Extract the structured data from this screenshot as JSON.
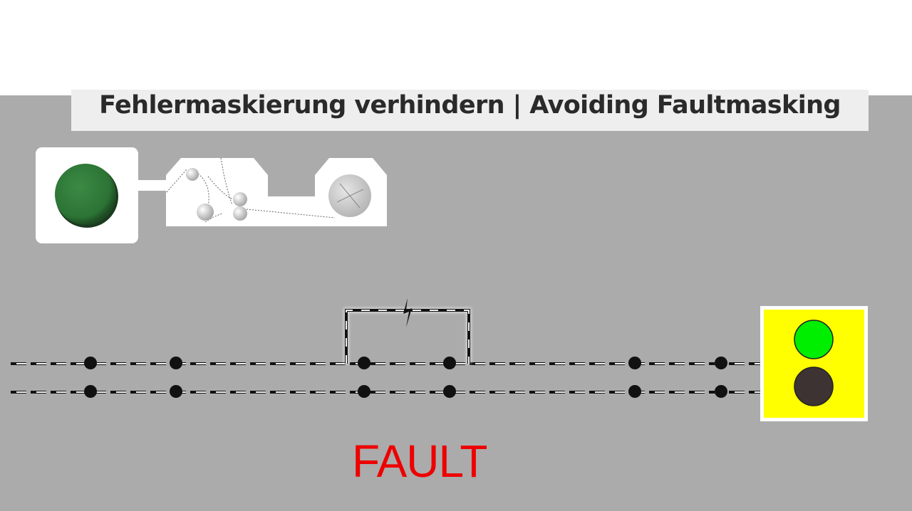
{
  "title": "Fehlermaskierung verhindern | Avoiding Faultmasking",
  "status_label": "FAULT",
  "colors": {
    "background": "#ababab",
    "title_bar": "#eeeeee",
    "fault_text": "#ee0000",
    "indicator_on": "#2e7d3a",
    "signal_panel": "#ffff00",
    "signal_green": "#00ee00",
    "signal_off": "#3e3333"
  },
  "indicator": {
    "icon": "green-lamp-icon",
    "state": "on"
  },
  "detector_unit": {
    "icons": [
      "relay-balls-icon",
      "circle-cross-icon"
    ]
  },
  "fault_bridge": {
    "icon": "lightning-fault-icon"
  },
  "signal_lamp": {
    "green": "on",
    "dark": "off"
  }
}
